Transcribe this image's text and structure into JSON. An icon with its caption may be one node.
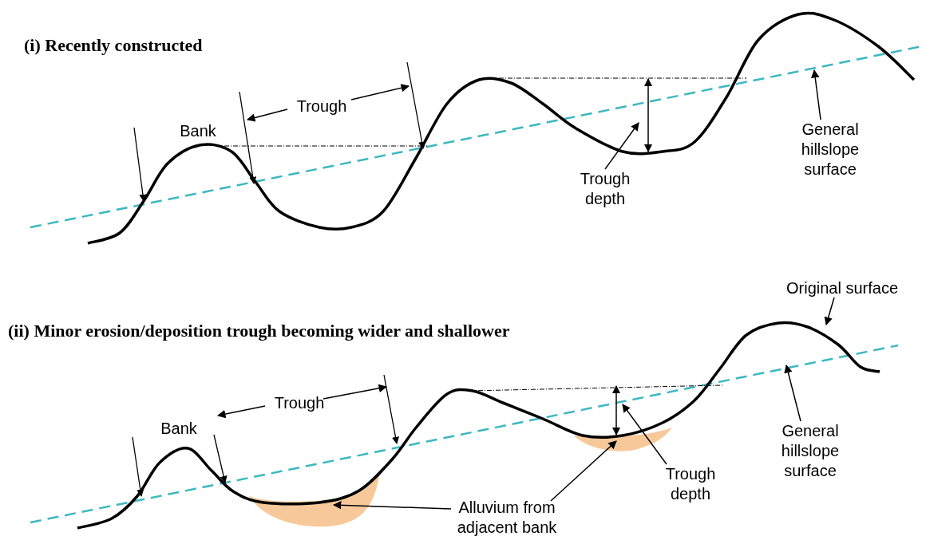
{
  "diagram": {
    "nodes": [
      {
        "text": [
          "Trough"
        ]
      },
      {
        "text": [
          "General hillslope surface"
        ]
      },
      {
        "text": [
          "Trough depth"
        ]
      },
      {
        "text": [
          "Original surface"
        ]
      },
      {
        "text": [
          "Trough"
        ]
      },
      {
        "text": [
          "Trough depth"
        ]
      },
      {
        "text": [
          "General hillslope surface"
        ]
      },
      {
        "text": [],
        "shape": "picture"
      },
      {
        "text": [],
        "shape": "picture"
      },
      {
        "text": [
          "Alluvium from adjacent bank"
        ]
      }
    ],
    "edges": [
      {
        "from": 0,
        "to": null,
        "arrow": "to"
      },
      {
        "from": 0,
        "to": null,
        "arrow": "to"
      },
      {
        "from": 1,
        "to": null,
        "arrow": "to"
      },
      {
        "from": 2,
        "to": null,
        "arrow": "to"
      },
      {
        "from": 3,
        "to": null,
        "arrow": "to"
      },
      {
        "from": 4,
        "to": null,
        "arrow": "to"
      },
      {
        "from": 4,
        "to": null,
        "arrow": "to"
      },
      {
        "from": 5,
        "to": null,
        "arrow": "to"
      },
      {
        "from": 6,
        "to": null,
        "arrow": "to"
      },
      {
        "from": 9,
        "to": 7,
        "arrow": "to"
      },
      {
        "from": 9,
        "to": 8,
        "arrow": "to"
      }
    ],
    "labels": [
      "(i) Recently constructed",
      "Bank",
      "(ii) Minor erosion/deposition trough becoming wider and shallower",
      "Bank"
    ]
  }
}
